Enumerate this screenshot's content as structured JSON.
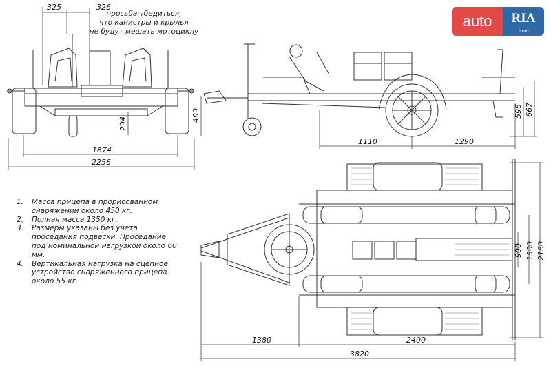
{
  "watermark": {
    "left": "auto",
    "right": "RIA",
    "sub": ".com"
  },
  "warning_lines": [
    "просьба убедиться,",
    "что канистры и крылья",
    "не будут мешать мотоциклу"
  ],
  "dims": {
    "front_top_a": "325",
    "front_top_b": "326",
    "front_294": "294",
    "front_1874": "1874",
    "front_2256": "2256",
    "side_499": "499",
    "side_1110": "1110",
    "side_1290": "1290",
    "side_596": "596",
    "side_667": "667",
    "plan_900": "900",
    "plan_1500": "1500",
    "plan_2160": "2160",
    "plan_1380": "1380",
    "plan_2400": "2400",
    "plan_3820": "3820"
  },
  "notes": [
    {
      "num": "1.",
      "text": "Масса прицепа в прорисованном снаряжении около 450 кг."
    },
    {
      "num": "2.",
      "text": "Полная масса 1350 кг."
    },
    {
      "num": "3.",
      "text": "Размеры указаны без учета проседания подвески. Проседание под номинальной нагрузкой около 60 мм."
    },
    {
      "num": "4.",
      "text": "Вертикальная нагрузка на сцепное устройство снаряженного прицепа около 55 кг."
    }
  ],
  "colors": {
    "line": "#333333",
    "logo_red": "#e24a4a",
    "logo_blue": "#2f6aa8"
  }
}
